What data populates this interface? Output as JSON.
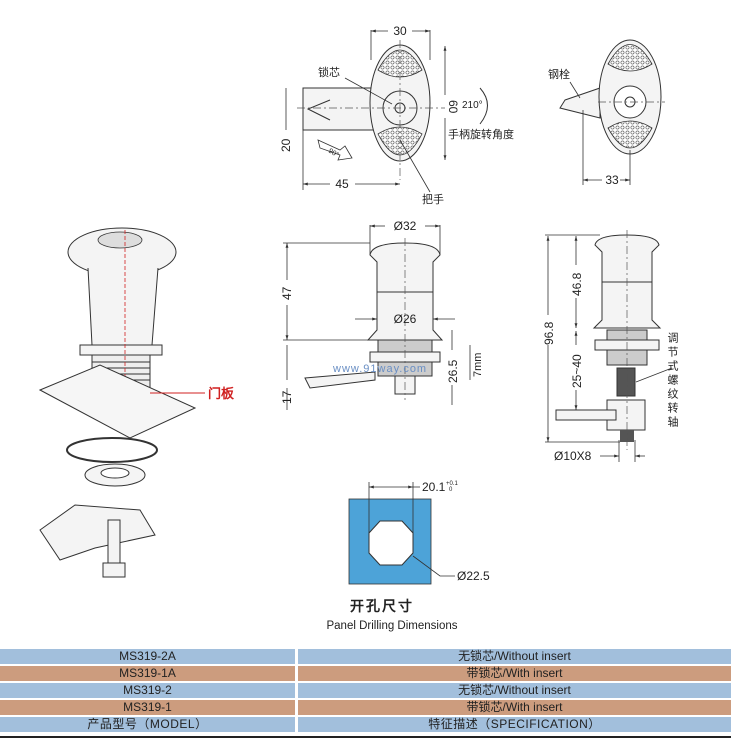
{
  "top_view_front": {
    "dim_width": "30",
    "dim_height": "60",
    "dim_cam_width": "20",
    "dim_length": "45",
    "label_lock_core": "锁芯",
    "label_handle": "把手",
    "rotation_angle": "210°",
    "label_rotation": "手柄旋转角度",
    "cam_angle": "90°"
  },
  "top_view_back": {
    "label_steel_bolt": "钢栓",
    "dim_width": "33"
  },
  "side_view": {
    "dim_head_dia": "Ø32",
    "dim_body_dia": "Ø26",
    "dim_height": "47",
    "dim_thread": "26.5",
    "dim_cam": "17",
    "dim_panel": "7mm",
    "watermark": "www.91way.com"
  },
  "side_view_adjustable": {
    "dim_total": "96.8",
    "dim_upper": "46.8",
    "dim_range": "25~40",
    "dim_shaft": "Ø10X8",
    "label_adjustable_shaft": "调节式螺纹转轴"
  },
  "exploded_view": {
    "label_door_panel": "门板"
  },
  "panel_cutout": {
    "dim_flat": "20.1",
    "tolerance_upper": "+0.1",
    "tolerance_lower": "0",
    "dim_dia": "Ø22.5",
    "title_cn": "开孔尺寸",
    "title_en": "Panel Drilling Dimensions"
  },
  "colors": {
    "row_blue": "#a2bfdc",
    "row_tan": "#cc9c7e",
    "panel_blue": "#4da3d8",
    "label_red": "#d02020"
  },
  "table": {
    "rows": [
      {
        "model": "MS319-2A",
        "spec": "无锁芯/Without insert"
      },
      {
        "model": "MS319-1A",
        "spec": "带锁芯/With insert"
      },
      {
        "model": "MS319-2",
        "spec": "无锁芯/Without insert"
      },
      {
        "model": "MS319-1",
        "spec": "带锁芯/With insert"
      }
    ],
    "header_model": "产品型号（MODEL）",
    "header_spec": "特征描述（SPECIFICATION）"
  }
}
